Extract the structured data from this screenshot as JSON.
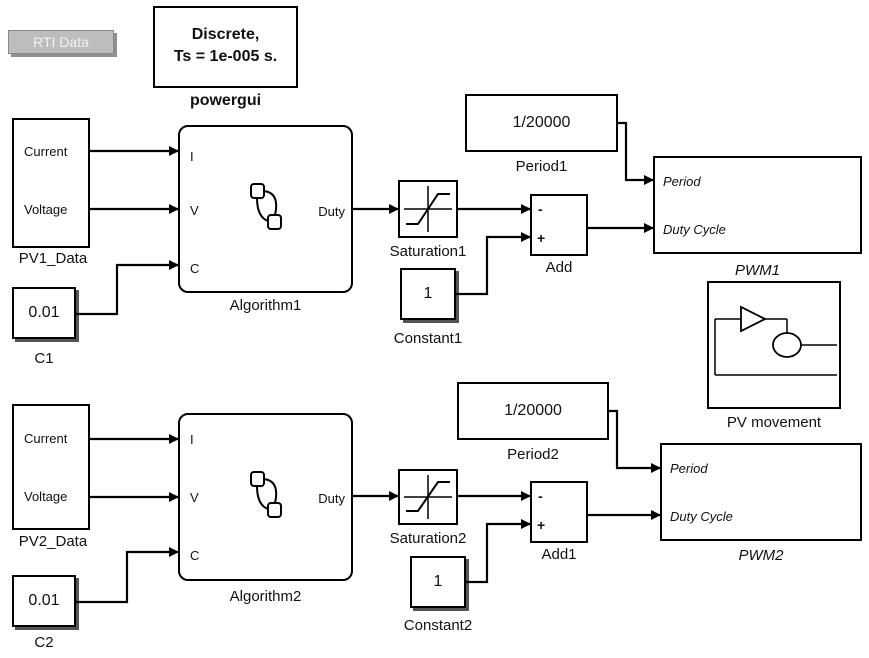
{
  "rti_button": "RTI Data",
  "powergui": {
    "line1": "Discrete,",
    "line2": "Ts = 1e-005 s.",
    "label": "powergui"
  },
  "pv1_data": {
    "port_current": "Current",
    "port_voltage": "Voltage",
    "label": "PV1_Data"
  },
  "pv2_data": {
    "port_current": "Current",
    "port_voltage": "Voltage",
    "label": "PV2_Data"
  },
  "algorithm1": {
    "in_i": "I",
    "in_v": "V",
    "in_c": "C",
    "out": "Duty",
    "label": "Algorithm1"
  },
  "algorithm2": {
    "in_i": "I",
    "in_v": "V",
    "in_c": "C",
    "out": "Duty",
    "label": "Algorithm2"
  },
  "c1": {
    "value": "0.01",
    "label": "C1"
  },
  "c2": {
    "value": "0.01",
    "label": "C2"
  },
  "saturation1": {
    "label": "Saturation1"
  },
  "saturation2": {
    "label": "Saturation2"
  },
  "constant1": {
    "value": "1",
    "label": "Constant1"
  },
  "constant2": {
    "value": "1",
    "label": "Constant2"
  },
  "add": {
    "minus": "-",
    "plus": "+",
    "label": "Add"
  },
  "add1": {
    "minus": "-",
    "plus": "+",
    "label": "Add1"
  },
  "period1": {
    "value": "1/20000",
    "label": "Period1"
  },
  "period2": {
    "value": "1/20000",
    "label": "Period2"
  },
  "pwm1": {
    "in_period": "Period",
    "in_duty": "Duty Cycle",
    "label": "PWM1"
  },
  "pwm2": {
    "in_period": "Period",
    "in_duty": "Duty Cycle",
    "label": "PWM2"
  },
  "pv_movement": {
    "label": "PV movement"
  },
  "colors": {
    "wire": "#000000",
    "button_bg": "#bdbdbd",
    "button_text": "#f2f2f2"
  }
}
